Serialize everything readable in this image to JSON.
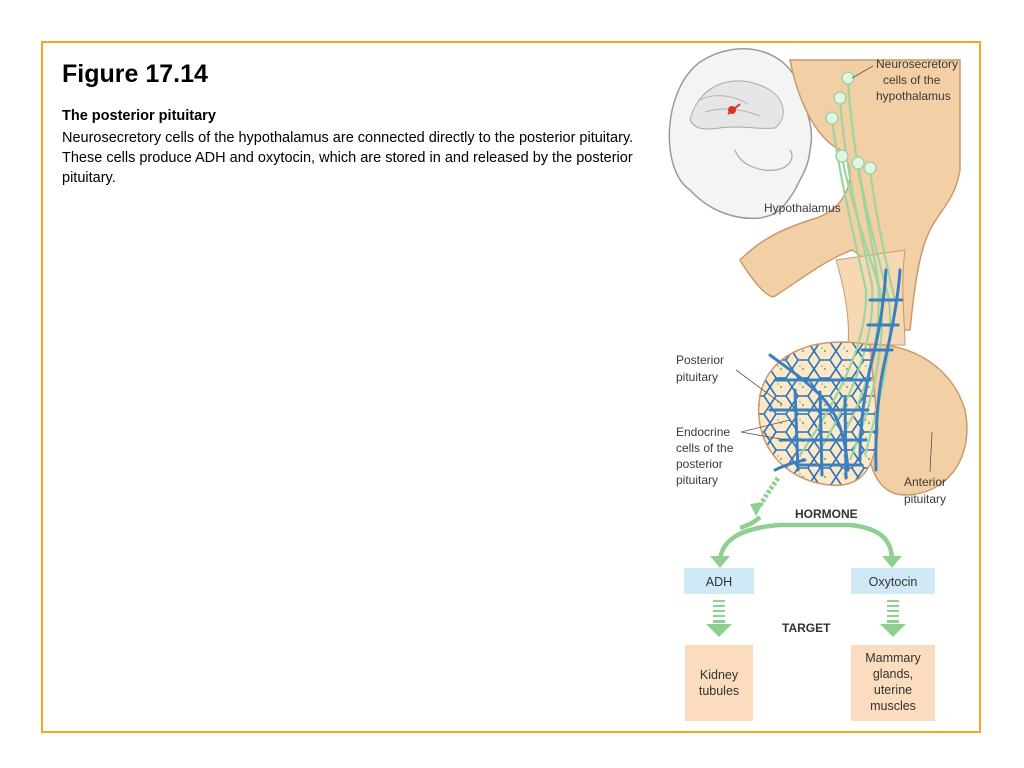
{
  "figure": {
    "title": "Figure 17.14",
    "caption_heading": "The posterior pituitary",
    "caption_body": "Neurosecretory cells of the hypothalamus are connected directly to the posterior pituitary.  These cells produce ADH and oxytocin, which are stored in and released by the posterior pituitary."
  },
  "diagram": {
    "labels": {
      "neurosecretory": [
        "Neurosecretory",
        "cells of the",
        "hypothalamus"
      ],
      "hypothalamus": "Hypothalamus",
      "posterior_pituitary": [
        "Posterior",
        "pituitary"
      ],
      "endocrine_cells": [
        "Endocrine",
        "cells of the",
        "posterior",
        "pituitary"
      ],
      "anterior_pituitary": [
        "Anterior",
        "pituitary"
      ],
      "hormone": "HORMONE",
      "target": "TARGET"
    },
    "hormones": [
      "ADH",
      "Oxytocin"
    ],
    "targets": [
      [
        "Kidney",
        "tubules"
      ],
      [
        "Mammary",
        "glands,",
        "uterine",
        "muscles"
      ]
    ]
  },
  "colors": {
    "frame_border": "#f5a623",
    "hormone_box": "#cfe9f6",
    "target_box": "#fbdcbf",
    "arrow_green": "#8fcf8f",
    "vessel_blue": "#3a7fc0",
    "gland_tan": "#f3cfa6"
  }
}
